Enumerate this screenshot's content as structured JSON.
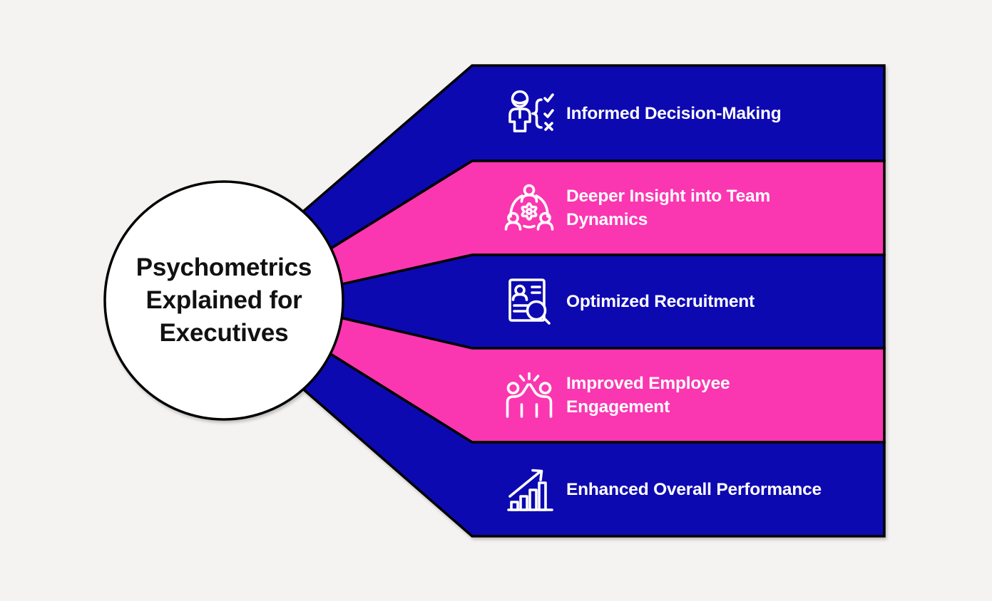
{
  "hub": {
    "title": "Psychometrics\nExplained for\nExecutives"
  },
  "theme": {
    "band_blue": "#0d09b1",
    "band_pink": "#fb36b1",
    "outline": "#000000",
    "background": "#f4f3f1",
    "hub_fill": "#ffffff",
    "hub_text": "#111111",
    "band_text": "#ffffff"
  },
  "bands": [
    {
      "label": "Informed Decision-Making",
      "icon": "person-decision-checklist-icon",
      "color": "#0d09b1"
    },
    {
      "label": "Deeper Insight into Team\nDynamics",
      "icon": "team-gear-icon",
      "color": "#fb36b1"
    },
    {
      "label": "Optimized Recruitment",
      "icon": "resume-search-icon",
      "color": "#0d09b1"
    },
    {
      "label": "Improved Employee\nEngagement",
      "icon": "high-five-icon",
      "color": "#fb36b1"
    },
    {
      "label": "Enhanced Overall Performance",
      "icon": "growth-bar-chart-icon",
      "color": "#0d09b1"
    }
  ]
}
